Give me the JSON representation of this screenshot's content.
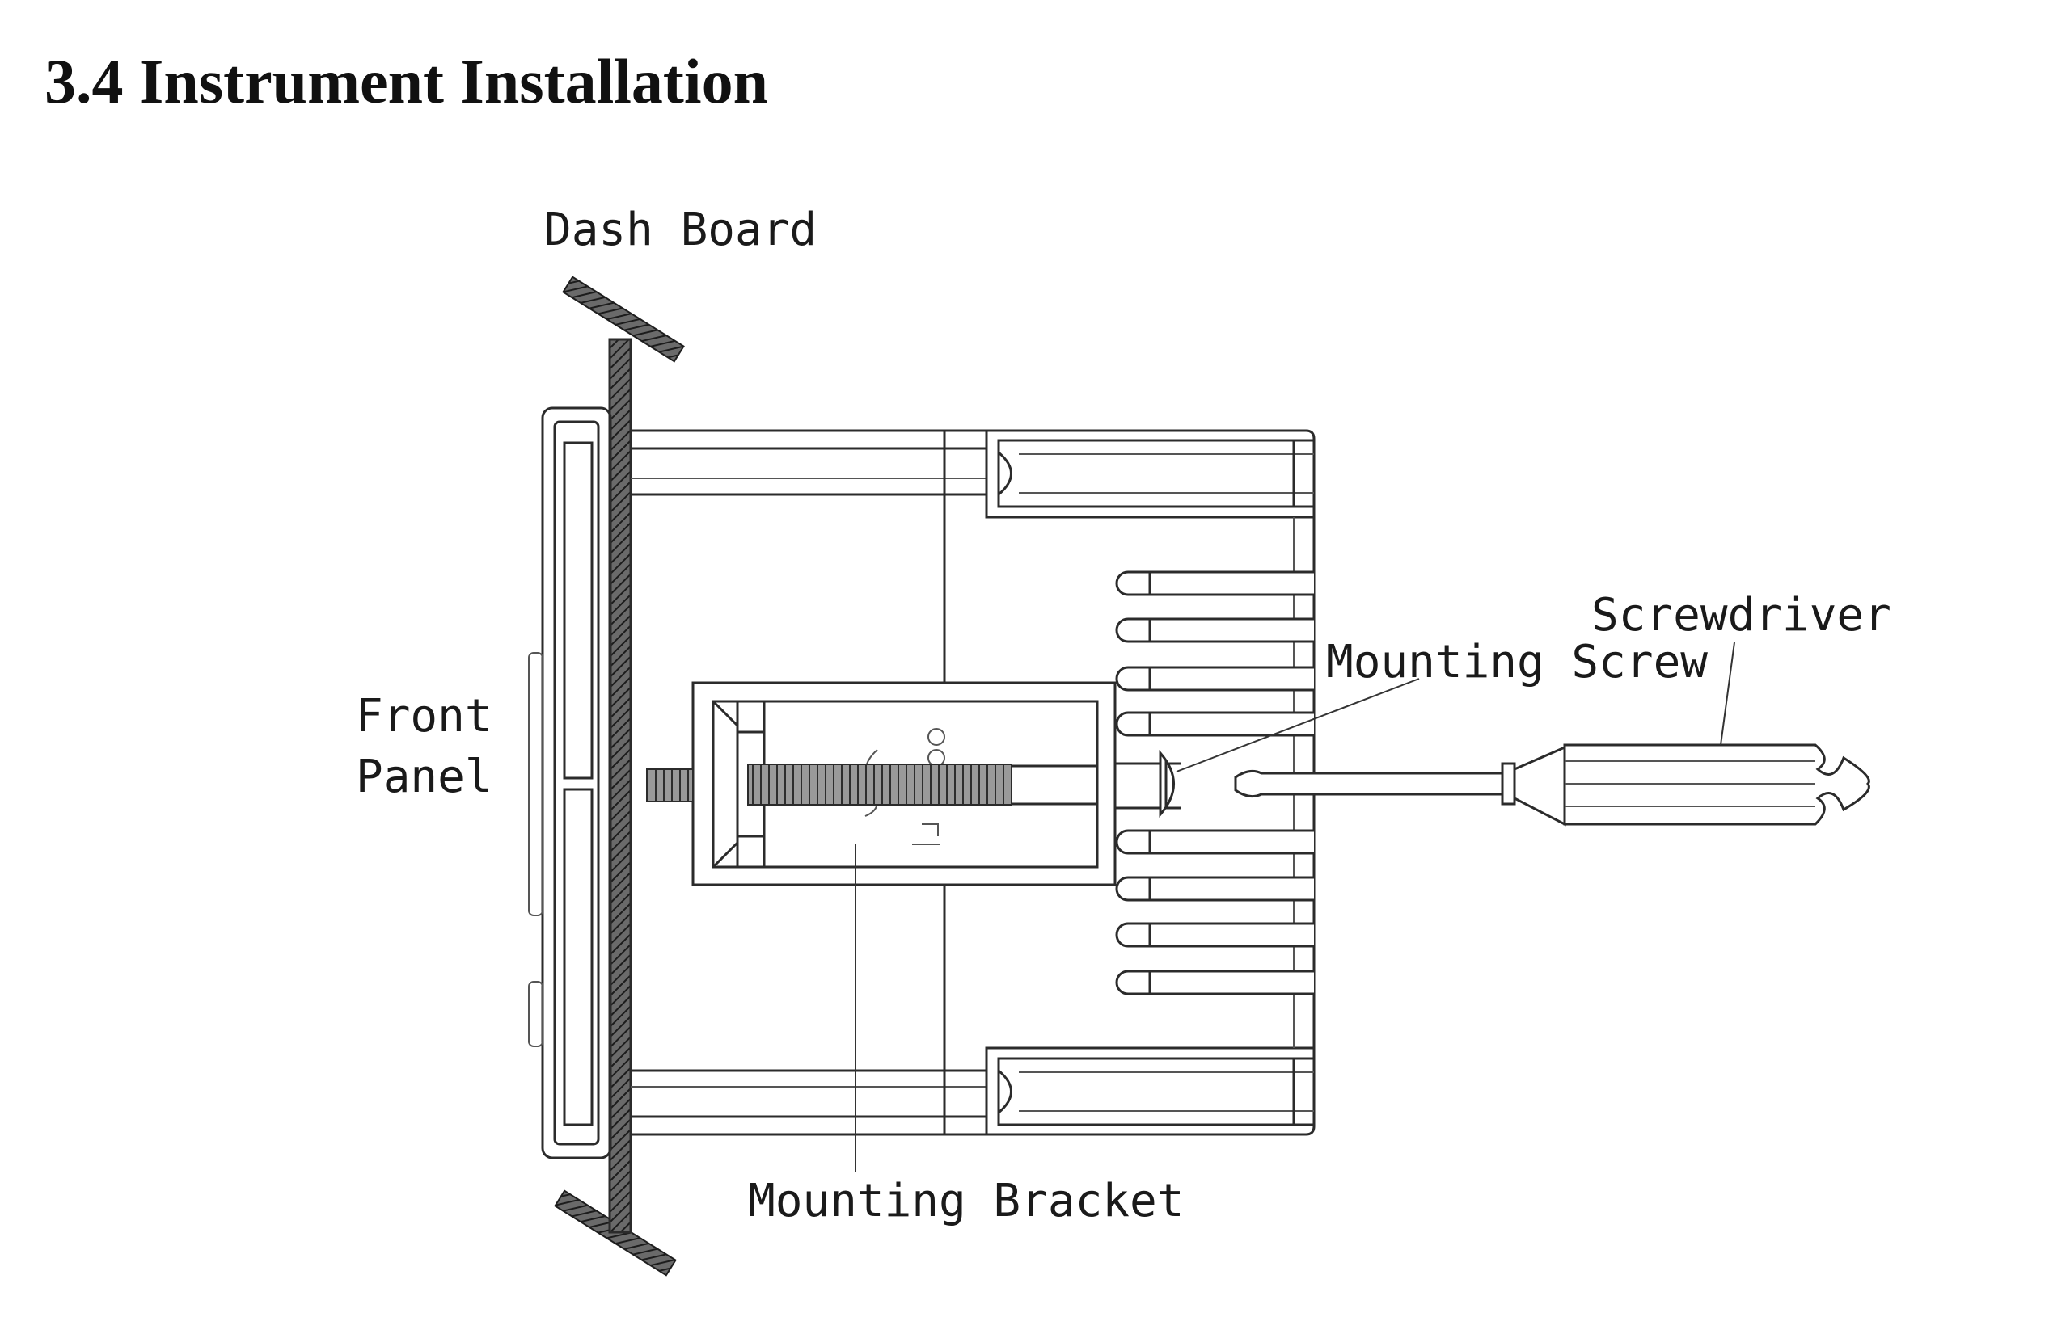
{
  "page": {
    "heading": "3.4 Instrument Installation"
  },
  "diagram": {
    "labels": {
      "dash_board": "Dash Board",
      "front_panel_line1": "Front",
      "front_panel_line2": "Panel",
      "mounting_screw": "Mounting Screw",
      "screwdriver": "Screwdriver",
      "mounting_bracket": "Mounting Bracket"
    },
    "colors": {
      "line": "#2b2b2b",
      "hatch": "#444444",
      "background": "#ffffff"
    }
  }
}
